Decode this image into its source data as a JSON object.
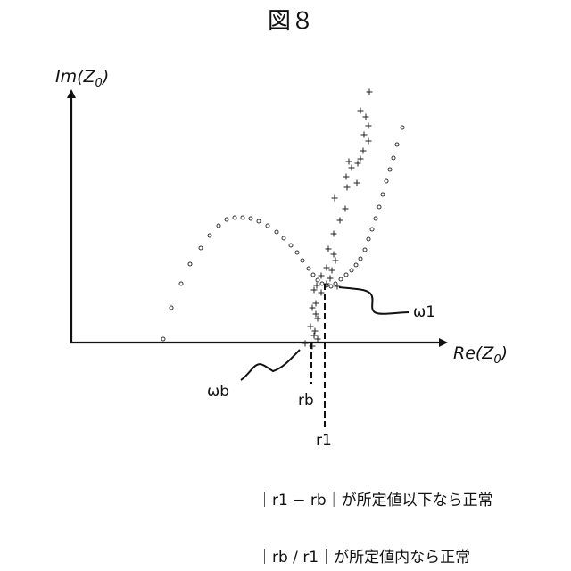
{
  "figure_title": "図８",
  "axes": {
    "y_label": {
      "base": "Im(Z",
      "sub": "0",
      "close": ")"
    },
    "x_label": {
      "base": "Re(Z",
      "sub": "0",
      "close": ")"
    }
  },
  "annotations": {
    "omega1": "ω1",
    "omegab": "ωb",
    "rb": "rb",
    "r1": "r1"
  },
  "conditions": [
    "｜r1 − rb｜が所定値以下なら正常",
    "｜rb / r1｜が所定値内なら正常"
  ]
}
